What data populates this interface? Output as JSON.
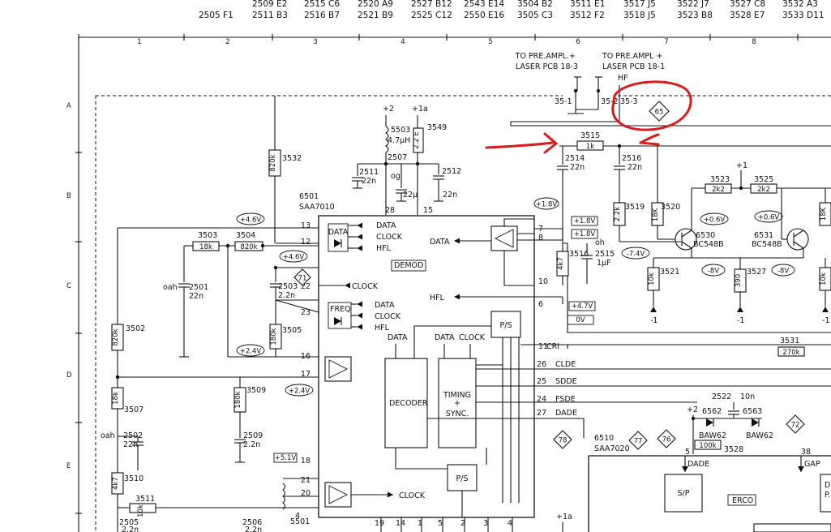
{
  "top_refs": [
    "2505 F1",
    "2509 E2",
    "2511 B3",
    "2515 C6",
    "2516 B7",
    "2520 A9",
    "2521 B9",
    "2527 B12",
    "2525 C12",
    "2543 E14",
    "2550 E16",
    "3504 B2",
    "3505 C3",
    "3511 E1",
    "3512 F2",
    "3517 J5",
    "3518 J5",
    "3522 J7",
    "3523 B8",
    "3527 C8",
    "3528 E7",
    "3532 A3",
    "3533 D11"
  ],
  "columns": [
    "1",
    "2",
    "3",
    "4",
    "5",
    "6",
    "7",
    "8"
  ],
  "rows": [
    "A",
    "B",
    "C",
    "D",
    "E"
  ],
  "connectors": {
    "left": {
      "line1": "TO PRE.AMPL.+",
      "line2": "LASER PCB 18-3"
    },
    "right": {
      "line1": "TO PRE.AMPL +",
      "line2": "LASER PCB 18-1"
    },
    "hf": "HF",
    "pin_351": "35-1",
    "pin_352": "35-2",
    "pin_353": "35-3",
    "tag_65": "65"
  },
  "components": {
    "r3532": "3532",
    "r3532_v": "820k",
    "l5503": "5503",
    "l5503_v": "4.7μH",
    "r3549": "3549",
    "r3549_v": "2.2 E",
    "c2507": "2507",
    "c2511": "2511",
    "c2511_v": "22n",
    "c2512": "2512",
    "c2512_v": "22n",
    "c22u": "22μ",
    "og": "og",
    "r3515": "3515",
    "r3515_v": "1k",
    "c2514": "2514",
    "c2514_v": "22n",
    "c2516": "2516",
    "c2516_v": "22n",
    "r3519": "3519",
    "r3519_v": "2.2k",
    "r3520": "3520",
    "r3520_v": "18K",
    "r3523": "3523",
    "r3523_v": "2k2",
    "r3525": "3525",
    "r3525_v": "2k2",
    "q6530": "6530",
    "q6530_v": "BC548B",
    "q6531": "6531",
    "q6531_v": "BC548B",
    "r3521": "3521",
    "r3521_v": "10k",
    "r3527": "3527",
    "r3527_v": "390",
    "r3503": "3503",
    "r3503_v": "18k",
    "r3504": "3504",
    "r3504_v": "820k",
    "c2501": "2501",
    "c2501_v": "22n",
    "c2503": "2503",
    "c2503_v": "2.2n",
    "r3505": "3505",
    "r3505_v": "180k",
    "r3502": "3502",
    "r3502_v": "820k",
    "r3507": "3507",
    "r3507_v": "18k",
    "c2502": "2502",
    "c2502_v": "22n",
    "r3509": "3509",
    "r3509_v": "180k",
    "c2509": "2509",
    "c2509_v": "2.2n",
    "r3510": "3510",
    "r3510_v": "4k7",
    "r3511": "3511",
    "r3511_v": "10k",
    "c2505": "2505",
    "c2505_v": "2.2n",
    "c2506": "2506",
    "c2506_v": "2.2n",
    "l5501": "5501",
    "r3516": "3516",
    "r3516_v": "4k7",
    "c2515": "2515",
    "c2515_v": "1μF",
    "r3531": "3531",
    "r3531_v": "270k",
    "c2522": "2522",
    "c2522_v": "10n",
    "d6562": "6562",
    "d6562_v": "BAW62",
    "d6563": "6563",
    "d6563_v": "BAW62",
    "r3528": "3528",
    "r3528_v": "100k",
    "ic6510": "6510",
    "ic6510_v": "SAA7020",
    "ic6501": "6501",
    "ic6501_v": "SAA7010",
    "oah1": "oah",
    "oah2": "oah",
    "oh": "oh"
  },
  "ic": {
    "pins": {
      "p13": "13",
      "p12": "12",
      "p22": "22",
      "p23": "23",
      "p16": "16",
      "p17": "17",
      "p18": "18",
      "p21": "21",
      "p20": "20",
      "p19": "19",
      "p14": "14",
      "p1": "1",
      "p5": "5",
      "p2": "2",
      "p3": "3",
      "p4": "4",
      "p28": "28",
      "p15": "15",
      "p7": "7",
      "p8": "8",
      "p10": "10",
      "p6": "6",
      "p11": "11",
      "p26": "26",
      "p25": "25",
      "p24": "24",
      "p27": "27"
    },
    "demod": "DEMOD",
    "freq": "FREQ",
    "data": "DATA",
    "clock": "CLOCK",
    "hfl": "HFL",
    "decoder": "DECODER",
    "timing1": "TIMING",
    "timing2": "+",
    "timing3": "SYNC.",
    "ps": "P/S",
    "sig_cri": "CRI",
    "sig_clde": "CLDE",
    "sig_sdde": "SDDE",
    "sig_fsde": "FSDE",
    "sig_dade": "DADE"
  },
  "voltages": {
    "v46": "+4.6V",
    "v46b": "+4.6V",
    "v24": "+2.4V",
    "v24b": "+2.4V",
    "v51": "+5.1V",
    "v18a": "+1.8V",
    "v18b": "+1.8V",
    "v18c": "+1.8V",
    "v47": "+4.7V",
    "v0": "0V",
    "v74": "-7.4V",
    "v06a": "+0.6V",
    "v06b": "+0.6V",
    "v8a": "-8V",
    "v8b": "-8V",
    "plus2": "+2",
    "plus1a": "+1a",
    "plus2b": "+2",
    "plus1": "+1",
    "plus1a_b": "+1a",
    "minus1a": "-1",
    "minus1b": "-1",
    "minus1c": "-1"
  },
  "tags": {
    "t71": "71",
    "t72": "72",
    "t76": "76",
    "t77": "77",
    "t78": "78"
  },
  "blocks": {
    "dade": "DADE",
    "sp": "S/P",
    "erco": "ERCO",
    "gap": "GAP",
    "pin5": "5",
    "pin38": "38",
    "d_partial": "D",
    "p_partial": "P."
  }
}
